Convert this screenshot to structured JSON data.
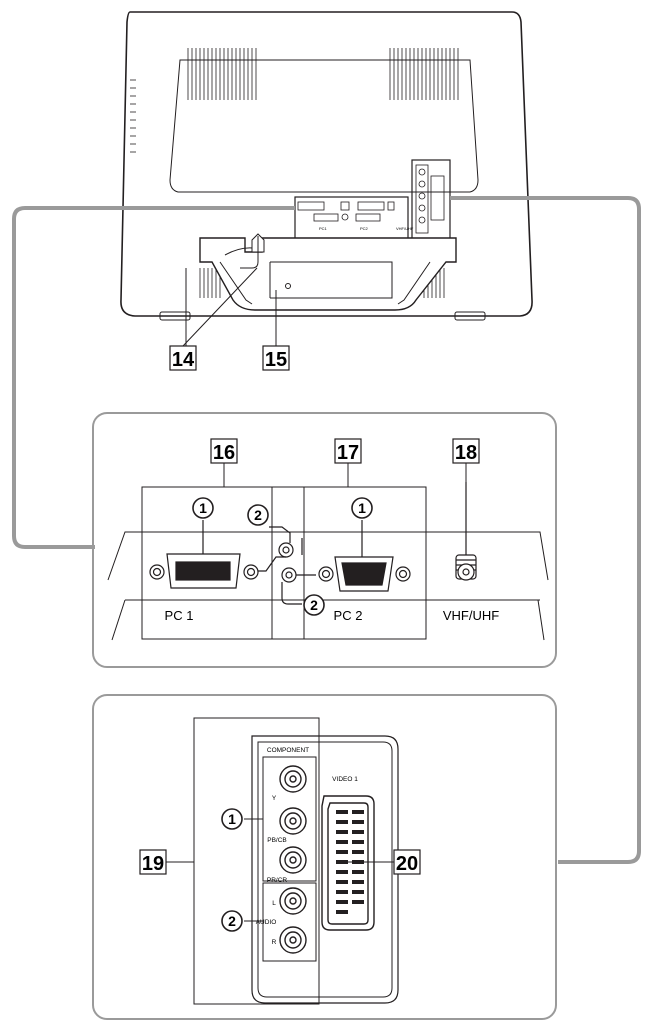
{
  "callouts": {
    "n14": "14",
    "n15": "15",
    "n16": "16",
    "n17": "17",
    "n18": "18",
    "n19": "19",
    "n20": "20"
  },
  "markers": {
    "one": "1",
    "two": "2"
  },
  "panel_labels": {
    "pc1": "PC 1",
    "pc2": "PC 2",
    "vhf_uhf": "VHF/UHF"
  },
  "av_labels": {
    "component": "COMPONENT",
    "y": "Y",
    "pb_cb": "PB/CB",
    "pr_cr": "PR/CR",
    "audio": "AUDIO",
    "l": "L",
    "r": "R",
    "video1": "VIDEO 1"
  },
  "rear_print": {
    "pc1": "PC1",
    "pc2": "PC2",
    "vhf_uhf": "VHF/UHF"
  },
  "colors": {
    "ink": "#231f20",
    "connector_line": "#9a9a9a",
    "background": "#ffffff"
  }
}
